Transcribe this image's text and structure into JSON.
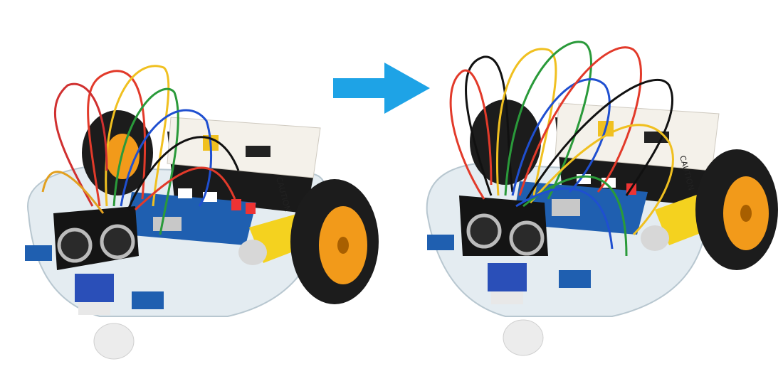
{
  "images": [
    {
      "id": "before",
      "label": "CAUTION",
      "state": "assembled robot car, front-left view"
    },
    {
      "id": "after",
      "label": "CAUTION",
      "state": "assembled robot car, front-left view, re-wired"
    }
  ],
  "colors": {
    "arrow": "#1ea3e6",
    "acrylic": "#dfe9ef",
    "tire": "#1c1c1c",
    "hub": "#f29a1a",
    "motor": "#f4d21f",
    "pcb": "#1f5fb0",
    "battery_box": "#1a1a1a",
    "label": "#f4f1ea",
    "sensor": "#141414",
    "servo": "#2a4fb8"
  },
  "arrow_icon": "right-arrow-icon"
}
